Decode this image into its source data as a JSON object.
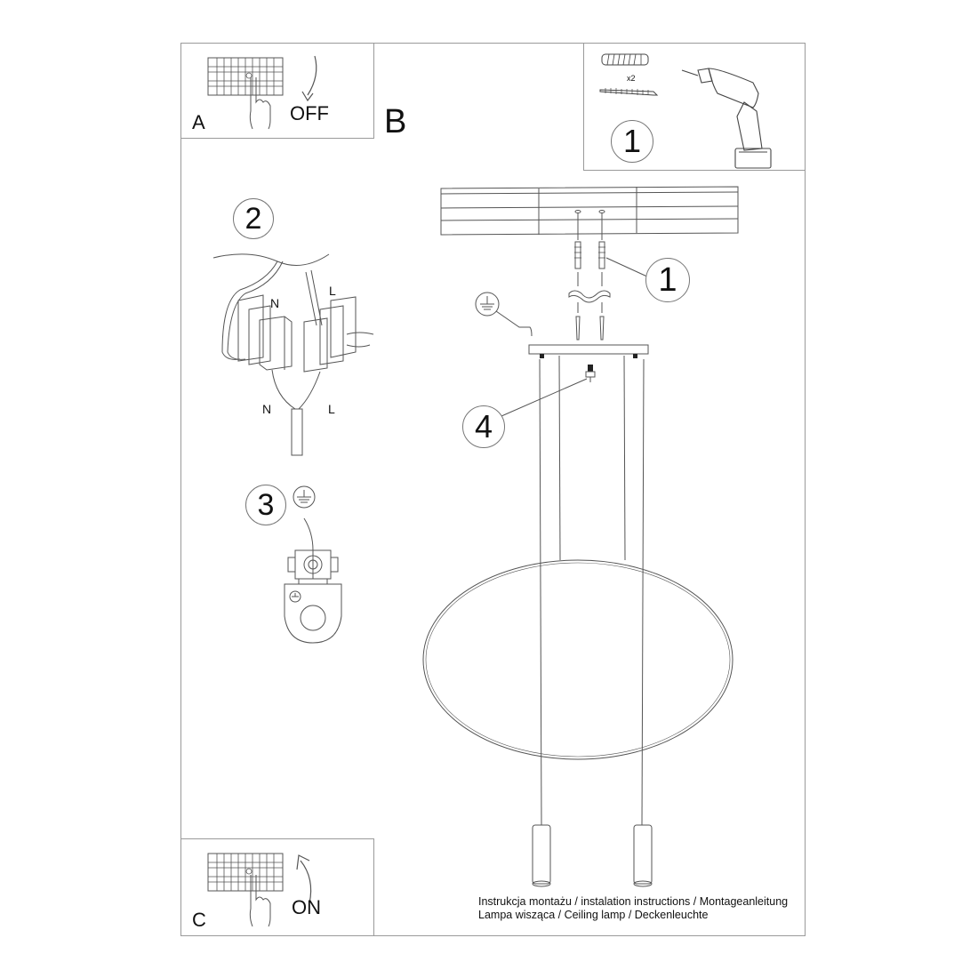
{
  "document": {
    "type": "installation-instructions",
    "caption": {
      "line1": "Instrukcja montażu / instalation instructions / Montageanleitung",
      "line2": "Lampa wisząca / Ceiling lamp / Deckenleuchte"
    }
  },
  "panels": {
    "a": {
      "letter": "A",
      "action": "OFF",
      "description": "Switch off circuit breaker"
    },
    "b": {
      "letter": "B",
      "description": "Main assembly"
    },
    "c": {
      "letter": "C",
      "action": "ON",
      "description": "Switch on circuit breaker"
    },
    "tools": {
      "step": "1",
      "quantity": "x2",
      "items": [
        "wall-plug",
        "screw",
        "drill"
      ]
    }
  },
  "steps": {
    "step1": {
      "number": "1",
      "description": "Mount bracket to ceiling with plugs and screws"
    },
    "step2": {
      "number": "2",
      "description": "Connect wires to terminal blocks",
      "terminal_labels": {
        "n_top": "N",
        "l_top": "L",
        "n_bottom": "N",
        "l_bottom": "L"
      }
    },
    "step3": {
      "number": "3",
      "description": "Connect ground wire"
    },
    "step4": {
      "number": "4",
      "description": "Fix canopy screw"
    }
  },
  "symbols": {
    "ground": "ground-symbol"
  },
  "colors": {
    "line": "#555555",
    "frame": "#9a9a9a",
    "text": "#111111",
    "background": "#ffffff"
  }
}
